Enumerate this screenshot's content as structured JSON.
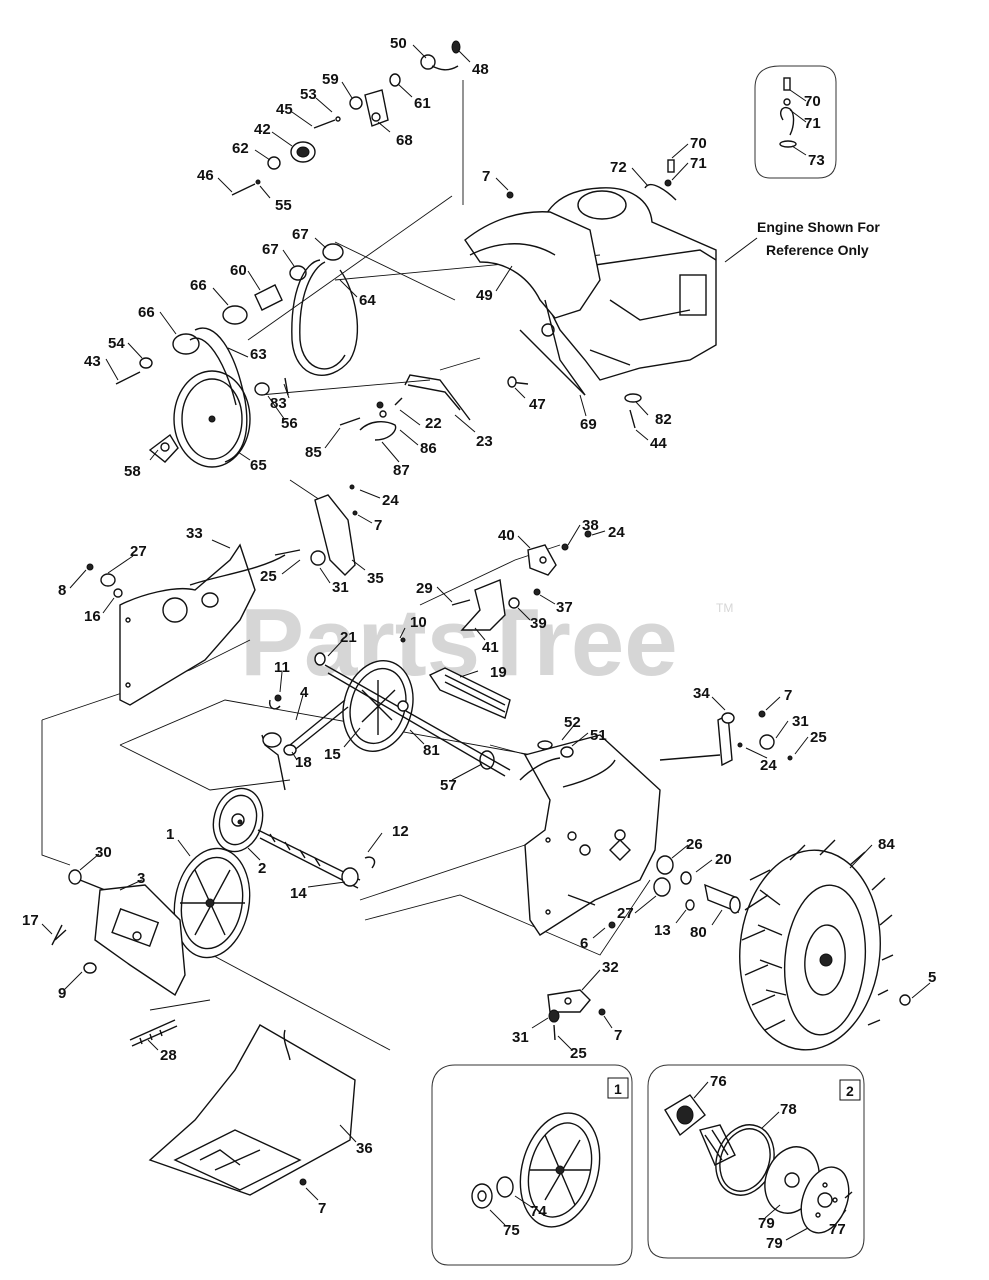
{
  "watermark": {
    "text": "PartsTree",
    "tm": "TM"
  },
  "note": {
    "line1": "Engine Shown For",
    "line2": "Reference Only"
  },
  "insets": [
    {
      "label": "1"
    },
    {
      "label": "2"
    }
  ],
  "callouts": [
    "50",
    "48",
    "59",
    "61",
    "53",
    "45",
    "68",
    "42",
    "62",
    "46",
    "55",
    "70",
    "71",
    "73",
    "70",
    "71",
    "72",
    "7",
    "67",
    "67",
    "60",
    "66",
    "66",
    "64",
    "54",
    "43",
    "63",
    "49",
    "83",
    "56",
    "58",
    "65",
    "85",
    "86",
    "87",
    "22",
    "23",
    "47",
    "69",
    "82",
    "44",
    "24",
    "7",
    "33",
    "35",
    "27",
    "25",
    "31",
    "8",
    "16",
    "38",
    "24",
    "40",
    "29",
    "37",
    "39",
    "41",
    "21",
    "10",
    "11",
    "19",
    "4",
    "18",
    "15",
    "81",
    "57",
    "34",
    "7",
    "31",
    "25",
    "24",
    "52",
    "51",
    "1",
    "2",
    "30",
    "3",
    "12",
    "14",
    "26",
    "20",
    "84",
    "17",
    "9",
    "27",
    "13",
    "80",
    "6",
    "5",
    "32",
    "31",
    "7",
    "25",
    "28",
    "36",
    "7",
    "76",
    "78",
    "74",
    "75",
    "79",
    "79",
    "77"
  ]
}
